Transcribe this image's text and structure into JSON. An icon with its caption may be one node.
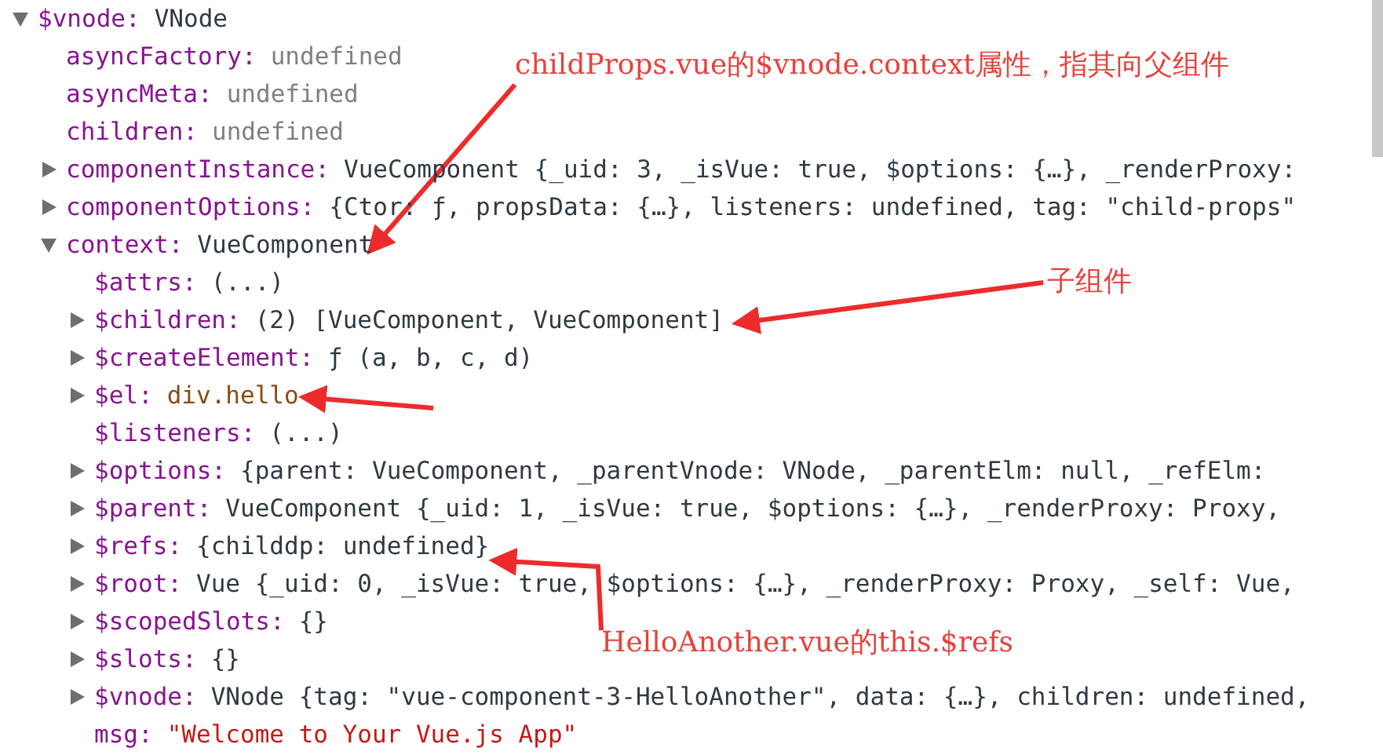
{
  "diagram": {
    "nodes": [
      {
        "text": [
          "childProps.vue的$vnode.context属性，指其向父组件"
        ]
      },
      {
        "text": [
          "context:",
          "VueComponent"
        ]
      },
      {
        "text": [
          "子组件"
        ]
      },
      {
        "text": [
          "$children:",
          "(2) [VueComponent, VueComponent]"
        ]
      },
      {
        "text": [
          "$el:",
          "div.hello"
        ]
      },
      {
        "text": [
          "$refs:",
          "{childdp: undefined}"
        ]
      },
      {
        "text": [
          "HelloAnother.vue的this.$refs"
        ]
      }
    ],
    "edges": [
      {
        "from": 0,
        "to": 1,
        "arrow": "to"
      },
      {
        "from": 2,
        "to": 3,
        "arrow": "to"
      },
      {
        "from": null,
        "to": 4,
        "arrow": "to"
      },
      {
        "from": 6,
        "to": 5,
        "arrow": "to"
      }
    ],
    "labels": [
      "$vnode:",
      "VNode",
      "asyncFactory:",
      "undefined",
      "asyncMeta:",
      "undefined",
      "children:",
      "undefined",
      "componentInstance:",
      "VueComponent {_uid: 3, _isVue: true, $options: {…}, _renderProxy:",
      "componentOptions:",
      "{Ctor: ƒ, propsData: {…}, listeners: undefined, tag: \"child-props\"",
      "$attrs:",
      "(...)",
      "$createElement:",
      "ƒ (a, b, c, d)",
      "$listeners:",
      "(...)",
      "$options:",
      "{parent: VueComponent, _parentVnode: VNode, _parentElm: null, _refElm:",
      "$parent:",
      "VueComponent {_uid: 1, _isVue: true, $options: {…}, _renderProxy: Proxy,",
      "$root:",
      "Vue {_uid: 0, _isVue: true, $options: {…}, _renderProxy: Proxy, _self: Vue,",
      "$scopedSlots:",
      "{}",
      "$slots:",
      "{}",
      "$vnode:",
      "VNode {tag: \"vue-component-3-HelloAnother\", data: {…}, children: undefined,",
      "msg:",
      "\"Welcome to Your Vue.js App\""
    ]
  }
}
